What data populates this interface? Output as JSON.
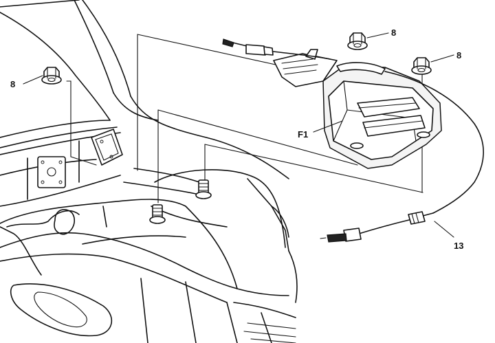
{
  "callouts": {
    "nut_left": "8",
    "nut_top": "8",
    "nut_right": "8",
    "reservoir": "F1",
    "cable": "13"
  },
  "colors": {
    "ink": "#111111",
    "paper": "#ffffff"
  },
  "icons": [
    "nut-icon",
    "stud-icon",
    "connector-icon"
  ]
}
